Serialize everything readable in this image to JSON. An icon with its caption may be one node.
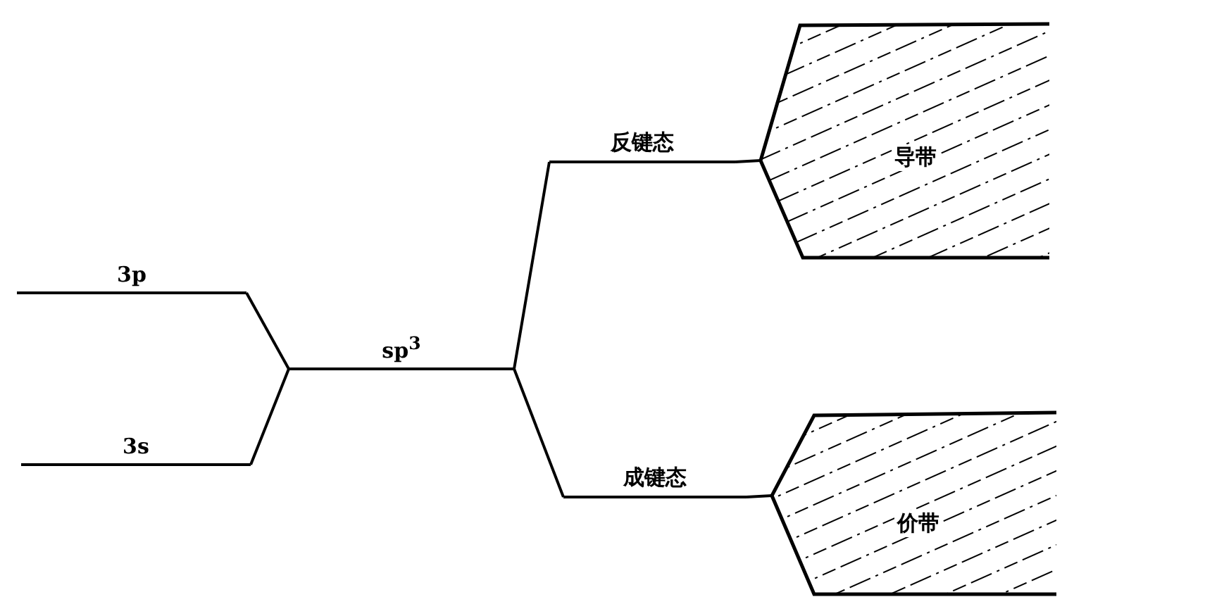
{
  "diagram": {
    "nodes": [
      {
        "text": [
          "3p"
        ]
      },
      {
        "text": [
          "3s"
        ]
      },
      {
        "text": [
          "sp$^{3}$"
        ]
      },
      {
        "text": [
          "反键态"
        ]
      },
      {
        "text": [
          "成键态"
        ]
      },
      {
        "text": [
          "导带"
        ]
      },
      {
        "text": [
          "价带"
        ]
      }
    ],
    "edges": [
      {
        "from": 0,
        "to": 2,
        "arrow": "none"
      },
      {
        "from": 1,
        "to": 2,
        "arrow": "none"
      },
      {
        "from": 2,
        "to": 3,
        "arrow": "none"
      },
      {
        "from": 2,
        "to": 4,
        "arrow": "none"
      },
      {
        "from": 3,
        "to": 5,
        "arrow": "none"
      },
      {
        "from": 4,
        "to": 6,
        "arrow": "none"
      }
    ]
  }
}
